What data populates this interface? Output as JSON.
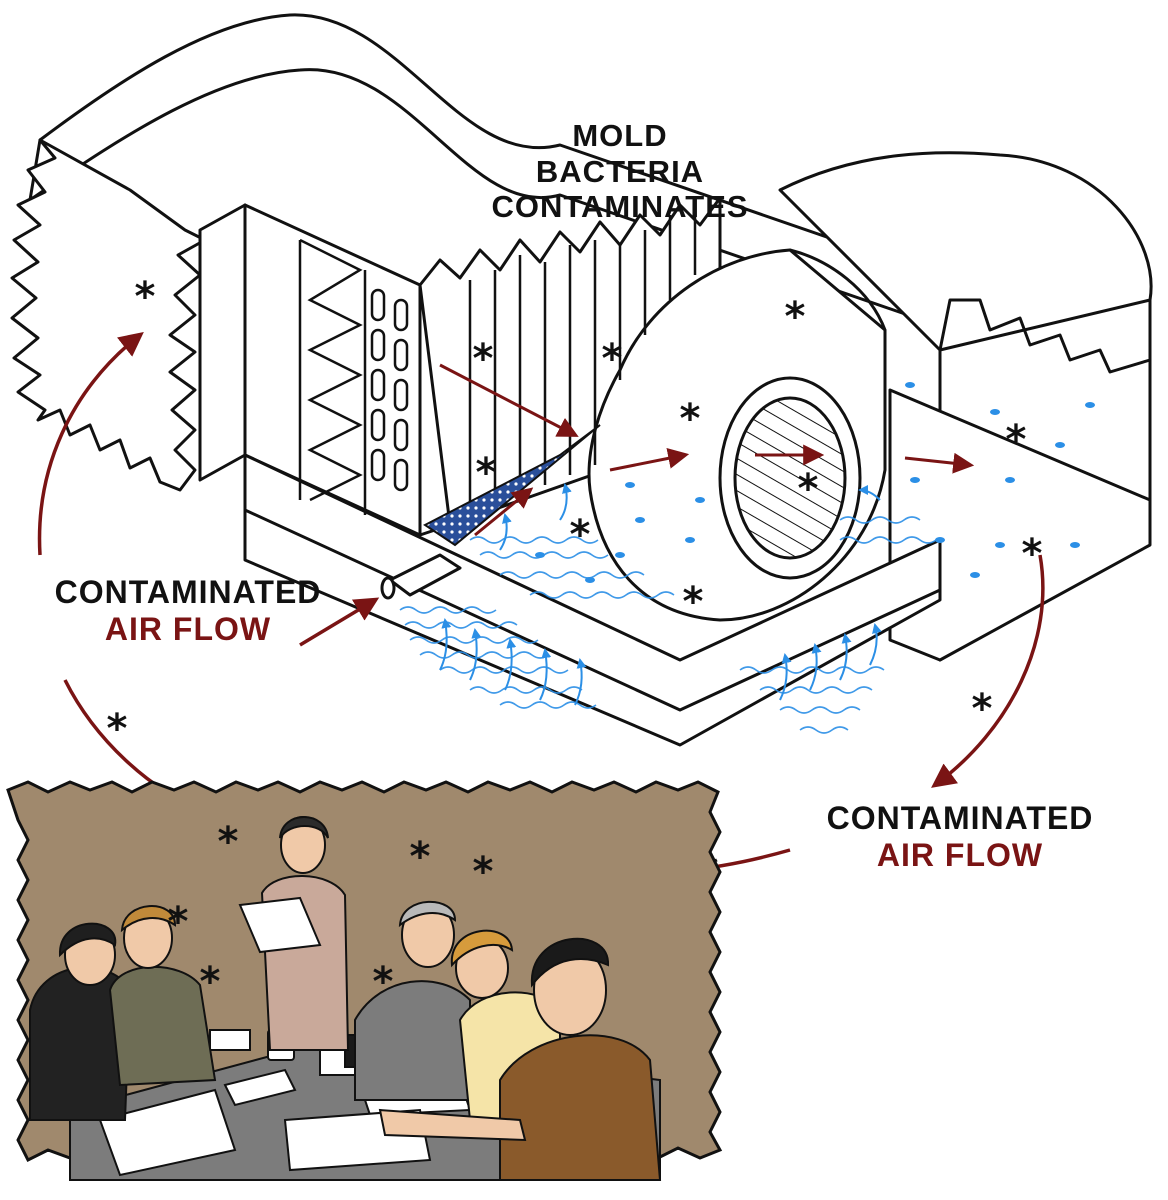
{
  "diagram": {
    "callout_lines": [
      "MOLD",
      "BACTERIA",
      "CONTAMINATES"
    ],
    "left_label": {
      "line1": "CONTAMINATED",
      "line2": "AIR FLOW"
    },
    "right_label": {
      "line1": "CONTAMINATED",
      "line2": "AIR FLOW"
    },
    "contaminant_marker": "*",
    "colors": {
      "outline": "#111111",
      "flow_arrow": "#7a1414",
      "water_droplets": "#2b8fe6",
      "room_background": "#a0896d",
      "filter_mesh": "#2a4f9a"
    }
  }
}
